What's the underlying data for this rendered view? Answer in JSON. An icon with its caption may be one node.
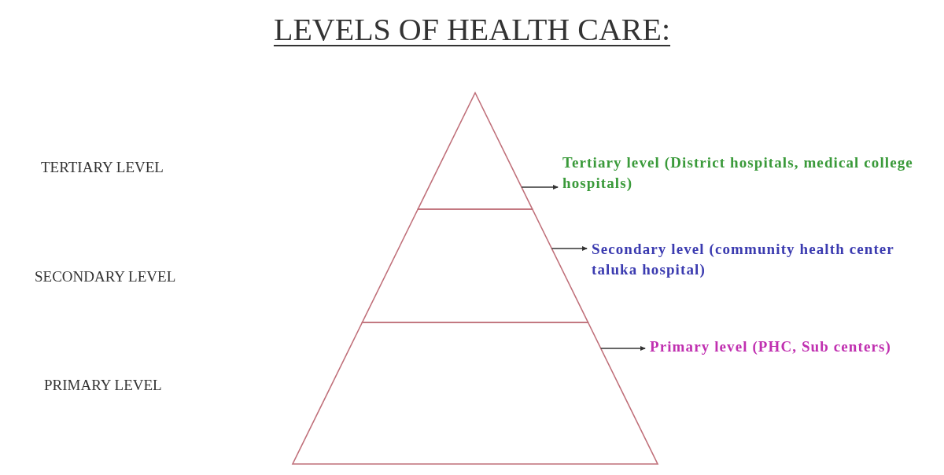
{
  "diagram": {
    "title": "LEVELS OF HEALTH CARE:",
    "nodes": [
      {
        "text": [],
        "shape": "triangle"
      },
      {
        "text": [],
        "shape": "trapezoid"
      },
      {
        "text": [],
        "shape": "trapezoid"
      },
      {
        "text": [
          "Tertiary level (District hospitals, medical college hospitals)"
        ]
      },
      {
        "text": [
          "Secondary level (community health center taluka hospital)"
        ]
      },
      {
        "text": [
          "Primary level (PHC, Sub centers)"
        ]
      }
    ],
    "edges": [
      {
        "from": 0,
        "to": 3,
        "arrow": "to"
      },
      {
        "from": 1,
        "to": 4,
        "arrow": "to"
      },
      {
        "from": 2,
        "to": 5,
        "arrow": "to"
      }
    ],
    "labels": [
      "TERTIARY LEVEL",
      "SECONDARY LEVEL",
      "PRIMARY LEVEL"
    ]
  }
}
